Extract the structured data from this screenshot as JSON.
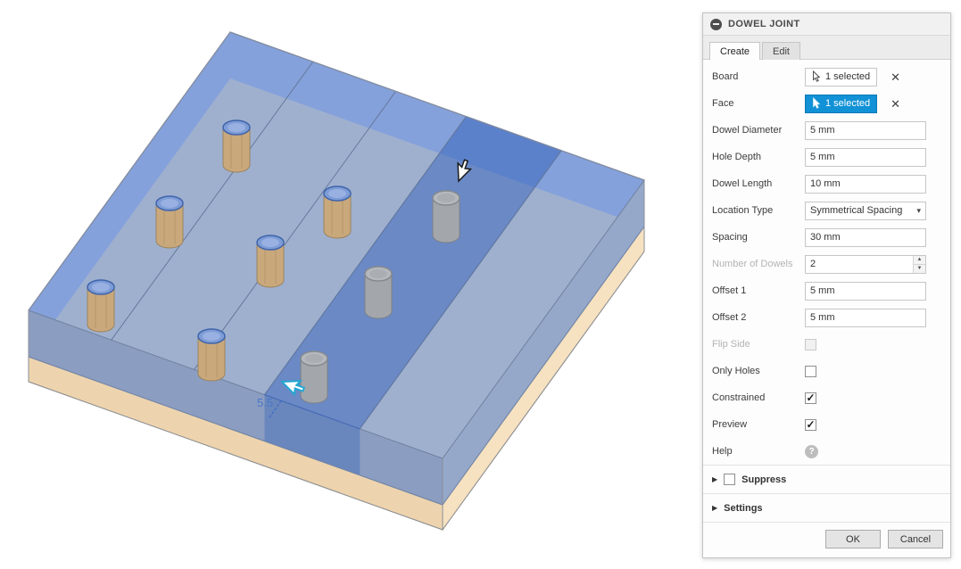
{
  "panel": {
    "title": "DOWEL JOINT",
    "tabs": {
      "create": "Create",
      "edit": "Edit"
    },
    "fields": {
      "board": {
        "label": "Board",
        "value": "1 selected"
      },
      "face": {
        "label": "Face",
        "value": "1 selected"
      },
      "dowel_diameter": {
        "label": "Dowel Diameter",
        "value": "5 mm"
      },
      "hole_depth": {
        "label": "Hole Depth",
        "value": "5 mm"
      },
      "dowel_length": {
        "label": "Dowel Length",
        "value": "10 mm"
      },
      "location_type": {
        "label": "Location Type",
        "value": "Symmetrical Spacing"
      },
      "spacing": {
        "label": "Spacing",
        "value": "30 mm"
      },
      "number_of_dowels": {
        "label": "Number of Dowels",
        "value": "2"
      },
      "offset_1": {
        "label": "Offset 1",
        "value": "5 mm"
      },
      "offset_2": {
        "label": "Offset 2",
        "value": "5 mm"
      },
      "flip_side": {
        "label": "Flip Side",
        "glyph": ""
      },
      "only_holes": {
        "label": "Only Holes",
        "glyph": ""
      },
      "constrained": {
        "label": "Constrained",
        "glyph": "✓"
      },
      "preview": {
        "label": "Preview",
        "glyph": "✓"
      },
      "help": {
        "label": "Help"
      }
    },
    "sections": {
      "suppress": {
        "label": "Suppress",
        "glyph": ""
      },
      "settings": {
        "label": "Settings"
      }
    },
    "footer": {
      "ok": "OK",
      "cancel": "Cancel"
    }
  },
  "icons": {
    "close": "✕",
    "dropdown": "▾",
    "expander": "▶",
    "help": "?",
    "spin_up": "▲",
    "spin_down": "▼"
  },
  "viewport": {
    "dimension_label": "5.5"
  },
  "colors": {
    "accent_blue": "#1191d6",
    "selection_blue": "#3a6bc4",
    "board_tan": "#f2dab6",
    "board_blue_top": "#9fb0cf"
  }
}
